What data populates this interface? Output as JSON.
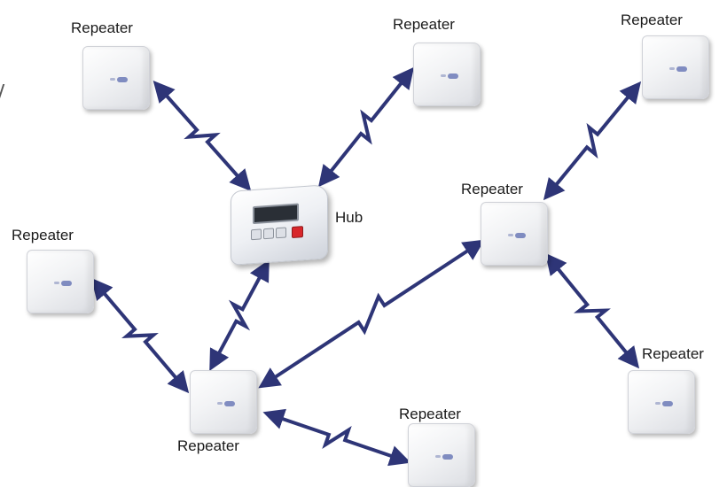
{
  "colors": {
    "link": "#2e3577",
    "background": "#ffffff"
  },
  "hub": {
    "label": "Hub"
  },
  "repeaters": [
    {
      "id": "r1",
      "label": "Repeater"
    },
    {
      "id": "r2",
      "label": "Repeater"
    },
    {
      "id": "r3",
      "label": "Repeater"
    },
    {
      "id": "r4",
      "label": "Repeater"
    },
    {
      "id": "r5",
      "label": "Repeater"
    },
    {
      "id": "r6",
      "label": "Repeater"
    },
    {
      "id": "r7",
      "label": "Repeater"
    },
    {
      "id": "r8",
      "label": "Repeater"
    }
  ],
  "links": [
    {
      "from": "r1",
      "to": "hub"
    },
    {
      "from": "r2",
      "to": "hub"
    },
    {
      "from": "hub",
      "to": "r8"
    },
    {
      "from": "r4",
      "to": "r8"
    },
    {
      "from": "r8",
      "to": "r5"
    },
    {
      "from": "r8",
      "to": "r7"
    },
    {
      "from": "r3",
      "to": "r5"
    },
    {
      "from": "r5",
      "to": "r6"
    }
  ]
}
